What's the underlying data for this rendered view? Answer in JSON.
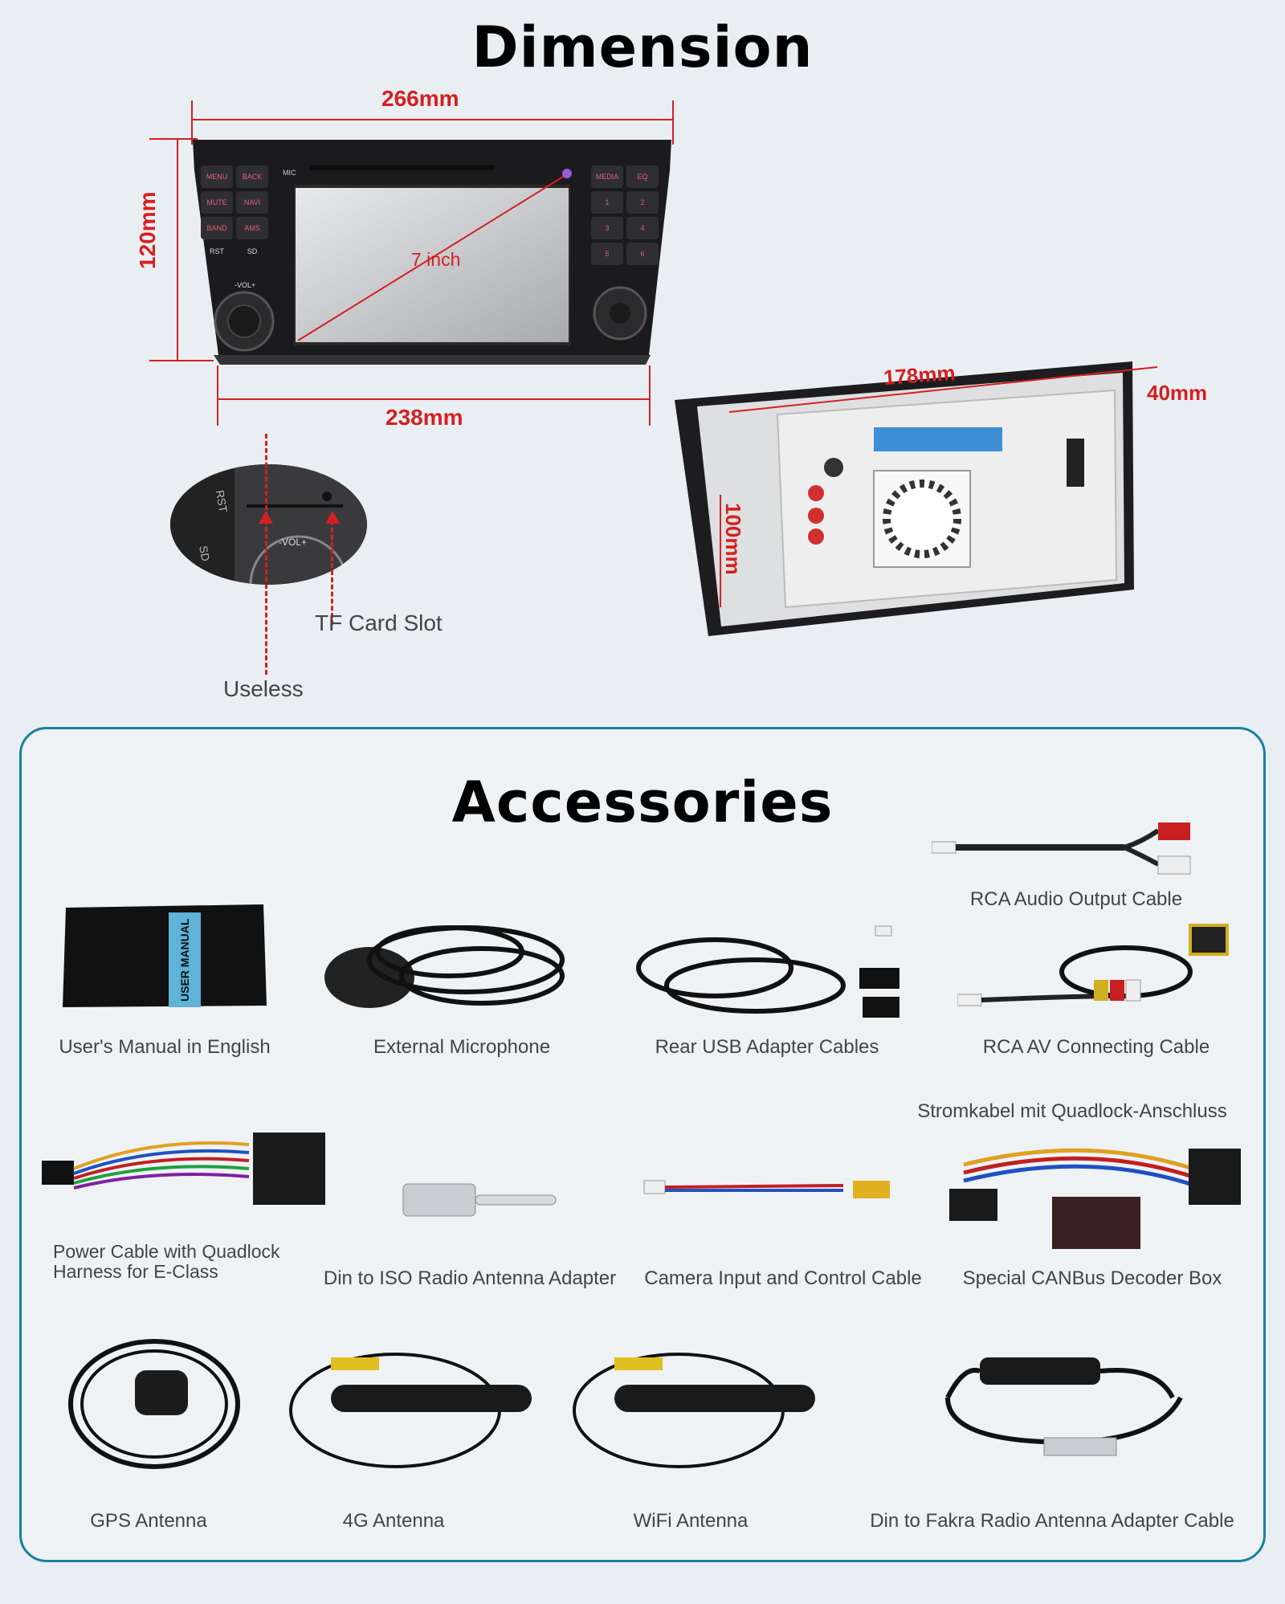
{
  "dimension": {
    "title": "Dimension",
    "front": {
      "width_top": "266mm",
      "width_bottom": "238mm",
      "height": "120mm",
      "screen_size": "7 inch",
      "keys_left": [
        "MENU",
        "BACK",
        "MUTE",
        "NAVI",
        "BAND",
        "AMS",
        "RST",
        "SD"
      ],
      "keys_right": [
        "MEDIA",
        "EQ",
        "1",
        "2",
        "3",
        "4",
        "5",
        "6"
      ],
      "mic_label": "MIC",
      "vol_label": "-VOL+"
    },
    "back": {
      "width": "178mm",
      "depth": "40mm",
      "height": "100mm"
    },
    "zoom": {
      "rst": "RST",
      "sd": "SD",
      "vol": "-VOL+",
      "tf_card_slot": "TF Card Slot",
      "useless": "Useless"
    }
  },
  "accessories": {
    "title": "Accessories",
    "items": [
      {
        "label": "RCA Audio Output Cable"
      },
      {
        "label": "User's Manual in English",
        "manual_text": "USER MANUAL"
      },
      {
        "label": "External Microphone"
      },
      {
        "label": "Rear USB Adapter Cables"
      },
      {
        "label": "RCA AV Connecting Cable"
      },
      {
        "label": "Stromkabel mit Quadlock-Anschluss"
      },
      {
        "label": "Power Cable with Quadlock\nHarness for E-Class"
      },
      {
        "label": "Din to ISO Radio Antenna Adapter"
      },
      {
        "label": "Camera Input and Control Cable"
      },
      {
        "label": "Special CANBus Decoder Box"
      },
      {
        "label": "GPS Antenna"
      },
      {
        "label": "4G Antenna"
      },
      {
        "label": "WiFi Antenna"
      },
      {
        "label": "Din to Fakra Radio Antenna Adapter Cable"
      }
    ]
  },
  "colors": {
    "dimension_red": "#d42020",
    "panel_border": "#1a7fa0",
    "background": "#e9eef2"
  }
}
